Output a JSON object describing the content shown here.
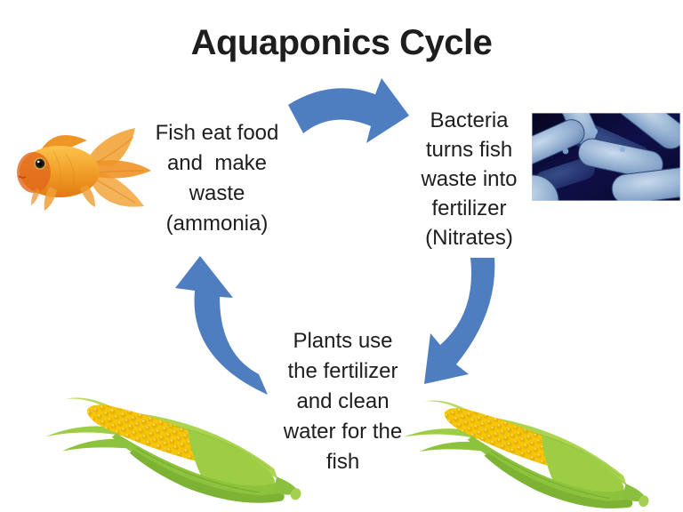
{
  "title": "Aquaponics Cycle",
  "nodes": {
    "fish": {
      "lines": [
        "Fish eat food",
        "and  make",
        "waste",
        "(ammonia)"
      ]
    },
    "bacteria": {
      "lines": [
        "Bacteria",
        "turns fish",
        "waste into",
        "fertilizer",
        "(Nitrates)"
      ]
    },
    "plants": {
      "lines": [
        "Plants use",
        "the fertilizer",
        "and clean",
        "water for the",
        "fish"
      ]
    }
  },
  "images": {
    "goldfish": "goldfish-photo",
    "bacteria_photo": "blue-rod-bacteria-micrograph",
    "corn_left": "corn-cob-photo",
    "corn_right": "corn-cob-photo"
  },
  "colors": {
    "arrow": "#4e7ec0",
    "text": "#1e1e1e",
    "background": "#ffffff"
  }
}
